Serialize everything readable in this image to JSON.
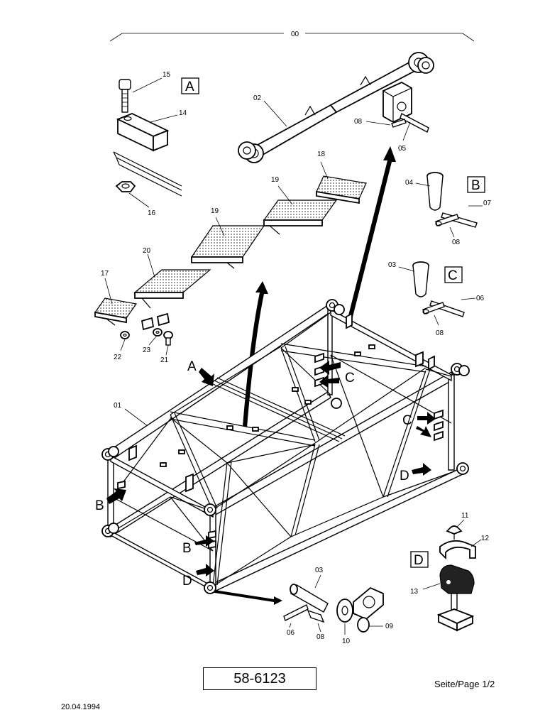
{
  "drawing": {
    "number": "58-6123",
    "page": "Seite/Page 1/2",
    "date": "20.04.1994",
    "assembly_label": "00"
  },
  "detail_boxes": {
    "A": "A",
    "B": "B",
    "C": "C",
    "D": "D"
  },
  "view_markers": {
    "a1": "A",
    "b1": "B",
    "b2": "B",
    "c1": "C",
    "c2": "C",
    "d1": "D",
    "d2": "D"
  },
  "callouts": {
    "p01": "01",
    "p02": "02",
    "p03_c": "03",
    "p03_low": "03",
    "p04": "04",
    "p05": "05",
    "p06_c": "06",
    "p06_low": "06",
    "p07": "07",
    "p08_top": "08",
    "p08_b": "08",
    "p08_c": "08",
    "p08_low": "08",
    "p09": "09",
    "p10": "10",
    "p11": "11",
    "p12": "12",
    "p13": "13",
    "p14": "14",
    "p15": "15",
    "p16": "16",
    "p17": "17",
    "p18": "18",
    "p19_a": "19",
    "p19_b": "19",
    "p20": "20",
    "p21": "21",
    "p22": "22",
    "p23": "23"
  }
}
